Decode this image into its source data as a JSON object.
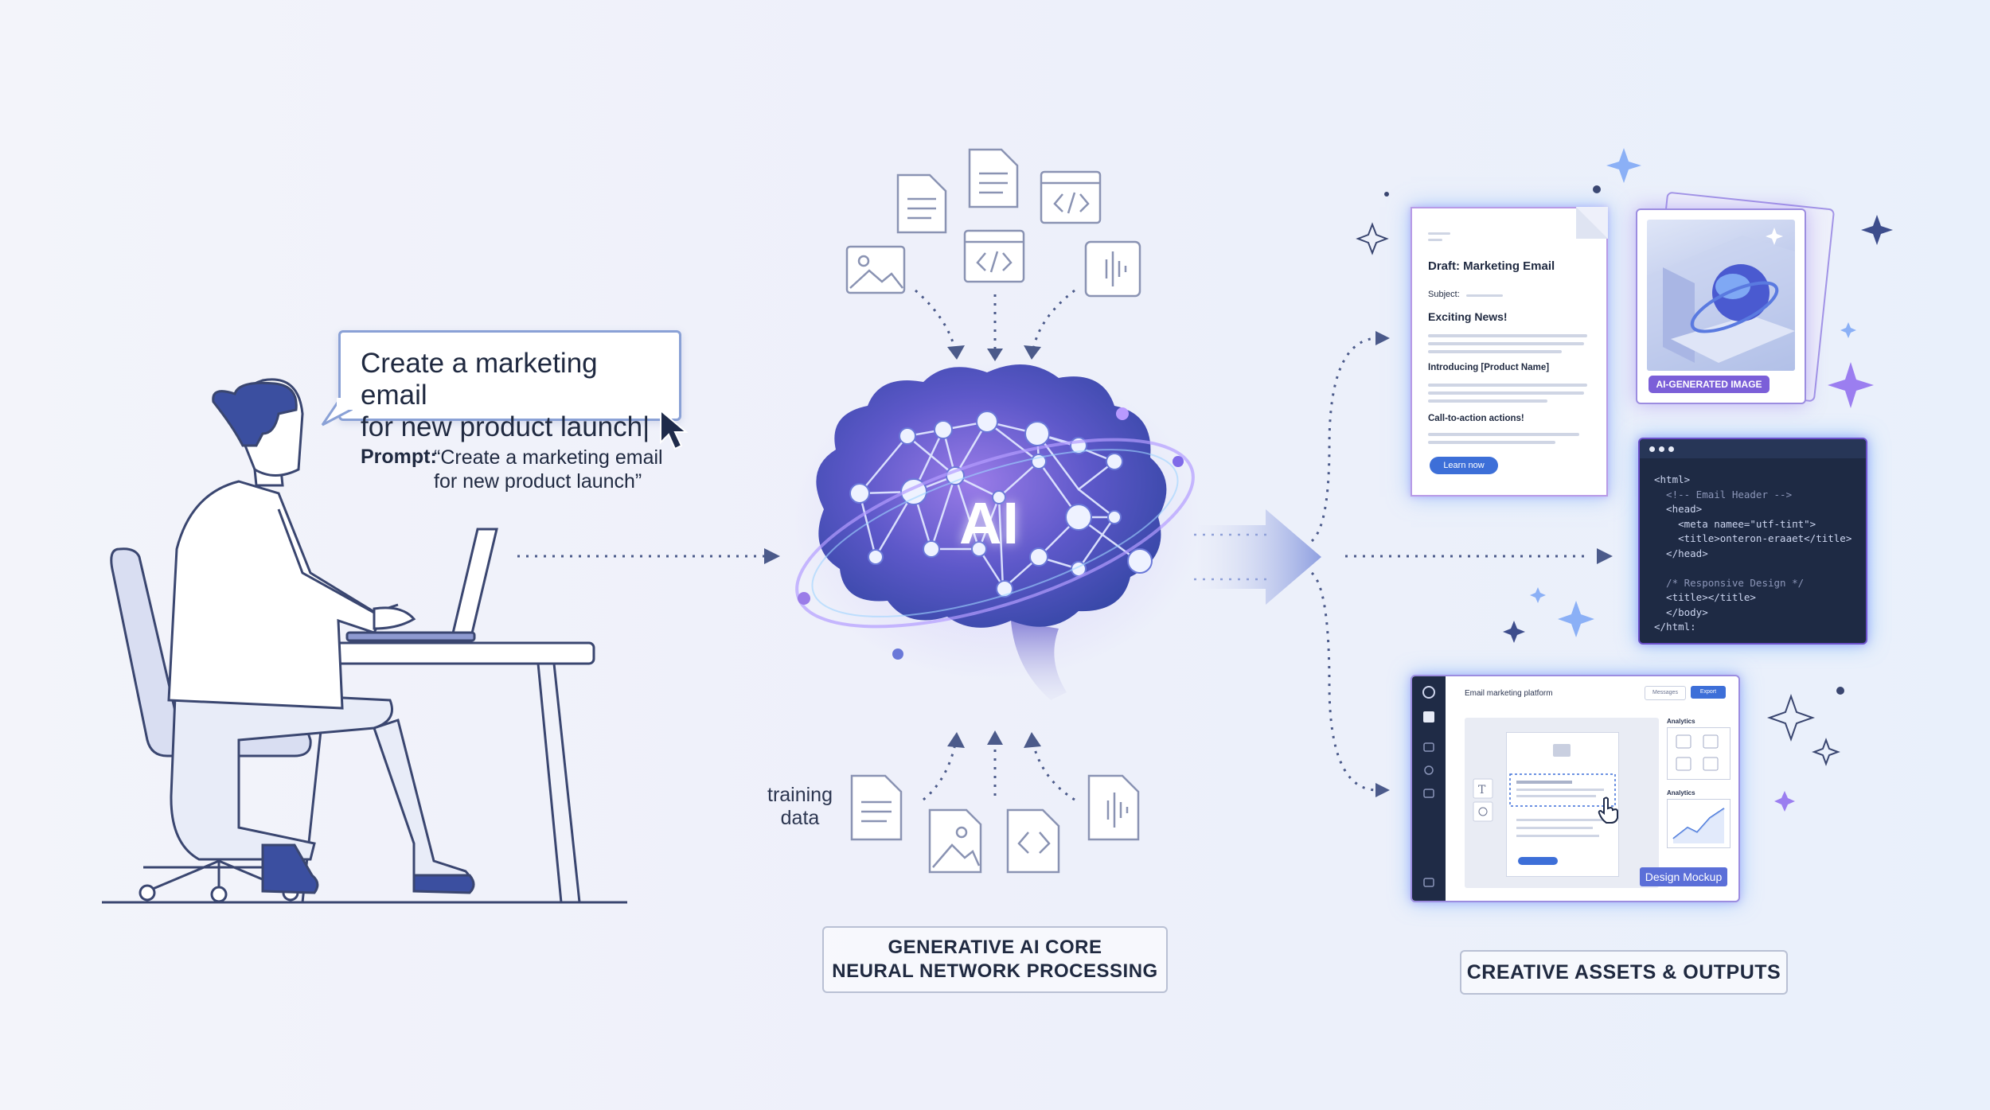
{
  "colors": {
    "accent": "#3d6fd8",
    "brand_purple": "#7b5fd8",
    "line": "#4b5a8a",
    "person": "#3b4fa0"
  },
  "prompt": {
    "bubble_line1": "Create a marketing email",
    "bubble_line2": "for new product launch",
    "label": "Prompt:",
    "text_line1": "“Create a marketing email",
    "text_line2": "for new product launch”"
  },
  "core": {
    "ai_label": "AI",
    "training_line1": "training",
    "training_line2": "data",
    "caption_line1": "GENERATIVE AI CORE",
    "caption_line2": "NEURAL NETWORK PROCESSING"
  },
  "outputs": {
    "caption": "CREATIVE ASSETS & OUTPUTS",
    "email": {
      "title": "Draft: Marketing Email",
      "subject_label": "Subject:",
      "heading": "Exciting News!",
      "intro": "Introducing [Product Name]",
      "cta": "Call-to-action actions!",
      "button": "Learn now"
    },
    "image": {
      "badge": "AI-GENERATED IMAGE"
    },
    "code": {
      "l1": "<html>",
      "l2": "  <!-- Email Header -->",
      "l3": "  <head>",
      "l4": "    <meta nameе=\"utf-tiпt\">",
      "l5": "    <title>onteron-eraaet</title>",
      "l6": "  </head>",
      "l7": "",
      "l8": "  /* Responsive Design */",
      "l9": "  <title></title>",
      "l10": "  </body>",
      "l11": "</html:"
    },
    "mockup": {
      "title": "Email marketing platform",
      "btn_secondary": "Messages",
      "btn_primary": "Export",
      "analytics1": "Analytics",
      "analytics2": "Analytics",
      "badge": "Design Mockup"
    }
  },
  "icons": [
    "document-icon",
    "code-icon",
    "image-icon",
    "audio-icon",
    "cursor-icon",
    "sparkle-icon",
    "hand-cursor-icon"
  ]
}
